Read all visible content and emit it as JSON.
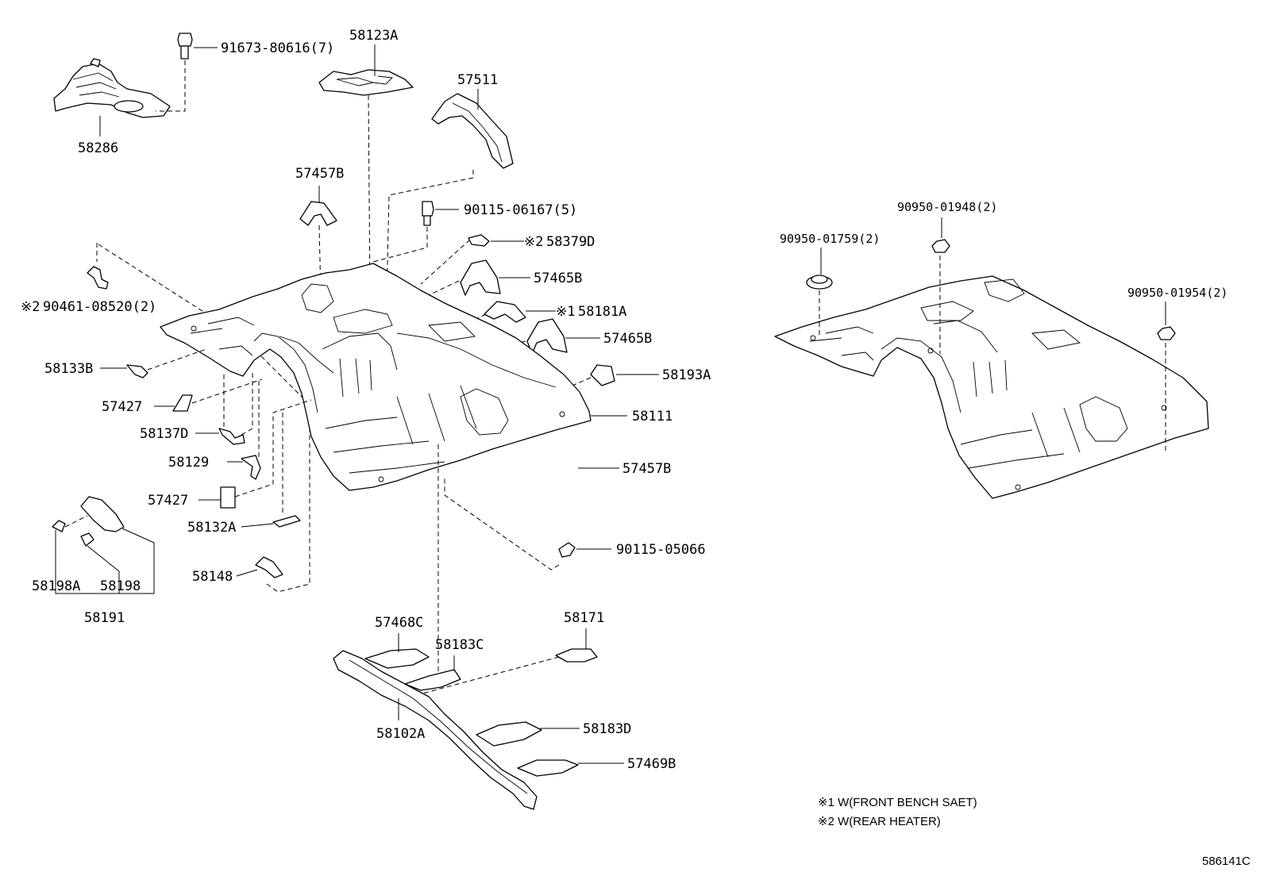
{
  "labels": {
    "p91673": "91673-80616(7)",
    "p58123A": "58123A",
    "p57511": "57511",
    "p58286": "58286",
    "p57457B_top": "57457B",
    "p90115_06167": "90115-06167(5)",
    "p58379D": "58379D",
    "p57465B_1": "57465B",
    "p58181A": "58181A",
    "p57465B_2": "57465B",
    "p90461": "90461-08520(2)",
    "p58133B": "58133B",
    "p58193A": "58193A",
    "p57427_1": "57427",
    "p58111": "58111",
    "p58137D": "58137D",
    "p58129": "58129",
    "p57457B_bot": "57457B",
    "p57427_2": "57427",
    "p58132A": "58132A",
    "p90115_05066": "90115-05066",
    "p58148": "58148",
    "p58198A": "58198A",
    "p58198": "58198",
    "p58191": "58191",
    "p57468C": "57468C",
    "p58171": "58171",
    "p58183C": "58183C",
    "p58183D": "58183D",
    "p58102A": "58102A",
    "p57469B": "57469B",
    "p90950_01948": "90950-01948(2)",
    "p90950_01759": "90950-01759(2)",
    "p90950_01954": "90950-01954(2)"
  },
  "marks": {
    "note1": "※1",
    "note2": "※2"
  },
  "notes": [
    "※1 W(FRONT BENCH SAET)",
    "※2 W(REAR HEATER)"
  ],
  "diagram_id": "586141C"
}
